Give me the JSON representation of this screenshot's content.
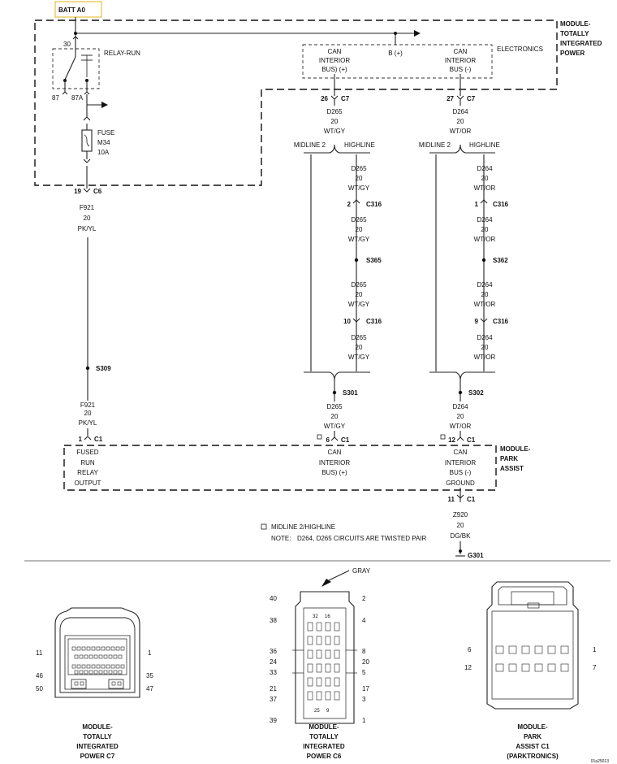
{
  "header": {
    "batt": "BATT A0"
  },
  "tipm": {
    "title": [
      "MODULE-",
      "TOTALLY",
      "INTEGRATED",
      "POWER"
    ],
    "electronics": "ELECTRONICS",
    "relay": "RELAY-RUN",
    "pin30": "30",
    "pin87": "87",
    "pin87a": "87A",
    "fuse": [
      "FUSE",
      "M34",
      "10A"
    ],
    "b_plus": "B (+)",
    "can_pos": [
      "CAN",
      "INTERIOR",
      "BUS) (+)"
    ],
    "can_neg": [
      "CAN",
      "INTERIOR",
      "BUS (-)"
    ]
  },
  "connectors": {
    "c6_19": {
      "pin": "19",
      "name": "C6"
    },
    "c7_26": {
      "pin": "26",
      "name": "C7"
    },
    "c7_27": {
      "pin": "27",
      "name": "C7"
    },
    "c316_2": {
      "pin": "2",
      "name": "C316"
    },
    "c316_1": {
      "pin": "1",
      "name": "C316"
    },
    "c316_10": {
      "pin": "10",
      "name": "C316"
    },
    "c316_9": {
      "pin": "9",
      "name": "C316"
    },
    "pa_1": {
      "pin": "1",
      "name": "C1"
    },
    "pa_6": {
      "pin": "6",
      "name": "C1"
    },
    "pa_12": {
      "pin": "12",
      "name": "C1"
    },
    "pa_11": {
      "pin": "11",
      "name": "C1"
    }
  },
  "splices": {
    "s309": "S309",
    "s365": "S365",
    "s362": "S362",
    "s301": "S301",
    "s302": "S302"
  },
  "wires": {
    "f921": [
      "F921",
      "20",
      "PK/YL"
    ],
    "d265": [
      "D265",
      "20",
      "WT/GY"
    ],
    "d264": [
      "D264",
      "20",
      "WT/OR"
    ],
    "z920": [
      "Z920",
      "20",
      "DG/BK"
    ]
  },
  "options": {
    "midline": "MIDLINE 2",
    "highline": "HIGHLINE"
  },
  "park_assist": {
    "title": [
      "MODULE-",
      "PARK",
      "ASSIST"
    ],
    "fused": [
      "FUSED",
      "RUN",
      "RELAY",
      "OUTPUT"
    ],
    "can_pos": [
      "CAN",
      "INTERIOR",
      "BUS) (+)"
    ],
    "can_neg": [
      "CAN",
      "INTERIOR",
      "BUS (-)",
      "GROUND"
    ]
  },
  "ground": "G301",
  "notes": {
    "legend": "MIDLINE 2/HIGHLINE",
    "note_label": "NOTE:",
    "note_text": "D264, D265   CIRCUITS ARE TWISTED PAIR"
  },
  "views": {
    "c7": {
      "caption": [
        "MODULE-",
        "TOTALLY",
        "INTEGRATED",
        "POWER C7"
      ],
      "pins": {
        "p11": "11",
        "p1": "1",
        "p46": "46",
        "p35": "35",
        "p50": "50",
        "p47": "47"
      }
    },
    "c6": {
      "caption": [
        "MODULE-",
        "TOTALLY",
        "INTEGRATED",
        "POWER C6"
      ],
      "color": "GRAY",
      "pins": {
        "p40": "40",
        "p2": "2",
        "p38": "38",
        "p4": "4",
        "p36": "36",
        "p8": "8",
        "p24": "24",
        "p20": "20",
        "p33": "33",
        "p5": "5",
        "p21": "21",
        "p17": "17",
        "p37": "37",
        "p3": "3",
        "p39": "39",
        "p1": "1",
        "p32": "32",
        "p16": "16",
        "p25": "25",
        "p9": "9"
      }
    },
    "pa": {
      "caption": [
        "MODULE-",
        "PARK",
        "ASSIST C1",
        "(PARKTRONICS)"
      ],
      "pins": {
        "p6": "6",
        "p1": "1",
        "p12": "12",
        "p7": "7"
      }
    }
  },
  "figure_id": "01a25013"
}
